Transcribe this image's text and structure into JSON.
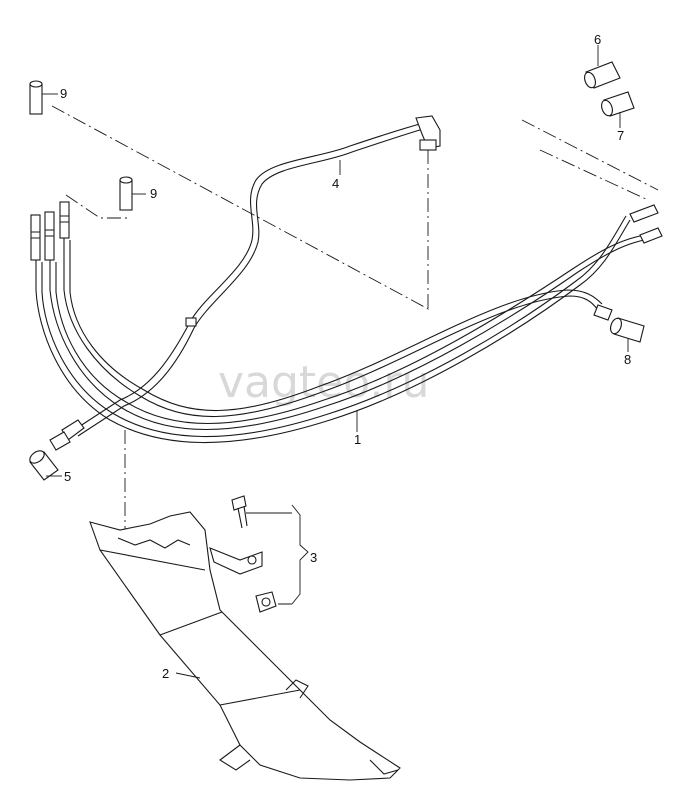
{
  "watermark": "vagteo.ru",
  "callouts": [
    {
      "id": "c1",
      "label": "1"
    },
    {
      "id": "c2",
      "label": "2"
    },
    {
      "id": "c3",
      "label": "3"
    },
    {
      "id": "c4",
      "label": "4"
    },
    {
      "id": "c5",
      "label": "5"
    },
    {
      "id": "c6",
      "label": "6"
    },
    {
      "id": "c7",
      "label": "7"
    },
    {
      "id": "c8",
      "label": "8"
    },
    {
      "id": "c9a",
      "label": "9"
    },
    {
      "id": "c9b",
      "label": "9"
    }
  ]
}
